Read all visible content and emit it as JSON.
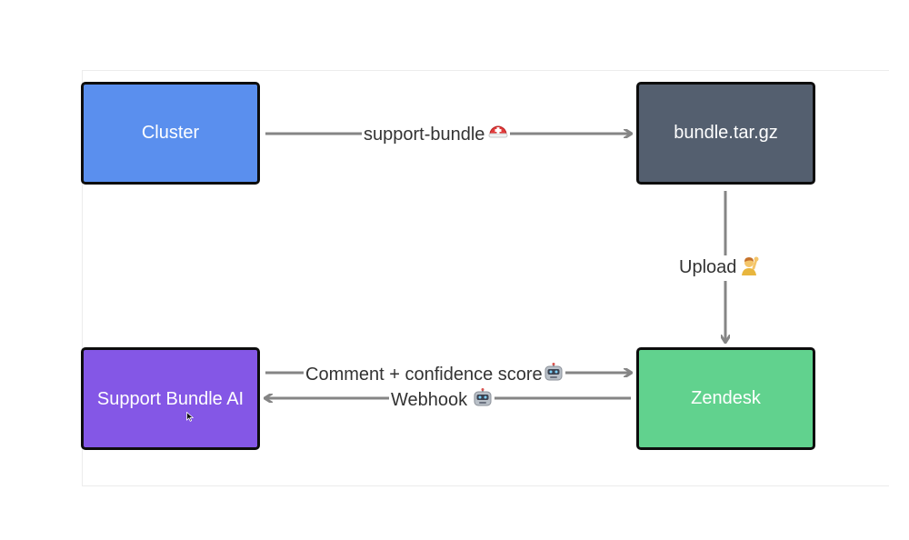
{
  "diagram": {
    "nodes": {
      "cluster": {
        "label": "Cluster",
        "color": "#5a8fee"
      },
      "bundle": {
        "label": "bundle.tar.gz",
        "color": "#545f6f"
      },
      "ai": {
        "label": "Support Bundle AI",
        "color": "#8457e6"
      },
      "zendesk": {
        "label": "Zendesk",
        "color": "#61d28e"
      }
    },
    "edges": {
      "support_bundle": {
        "label": "support-bundle",
        "icon": "rescue-helmet-icon"
      },
      "upload": {
        "label": "Upload",
        "icon": "person-raising-hand-icon"
      },
      "comment": {
        "label": "Comment + confidence score",
        "icon": "robot-icon"
      },
      "webhook": {
        "label": "Webhook",
        "icon": "robot-icon"
      }
    },
    "edge_color": "#858585",
    "border_color": "#0d0d0d"
  }
}
